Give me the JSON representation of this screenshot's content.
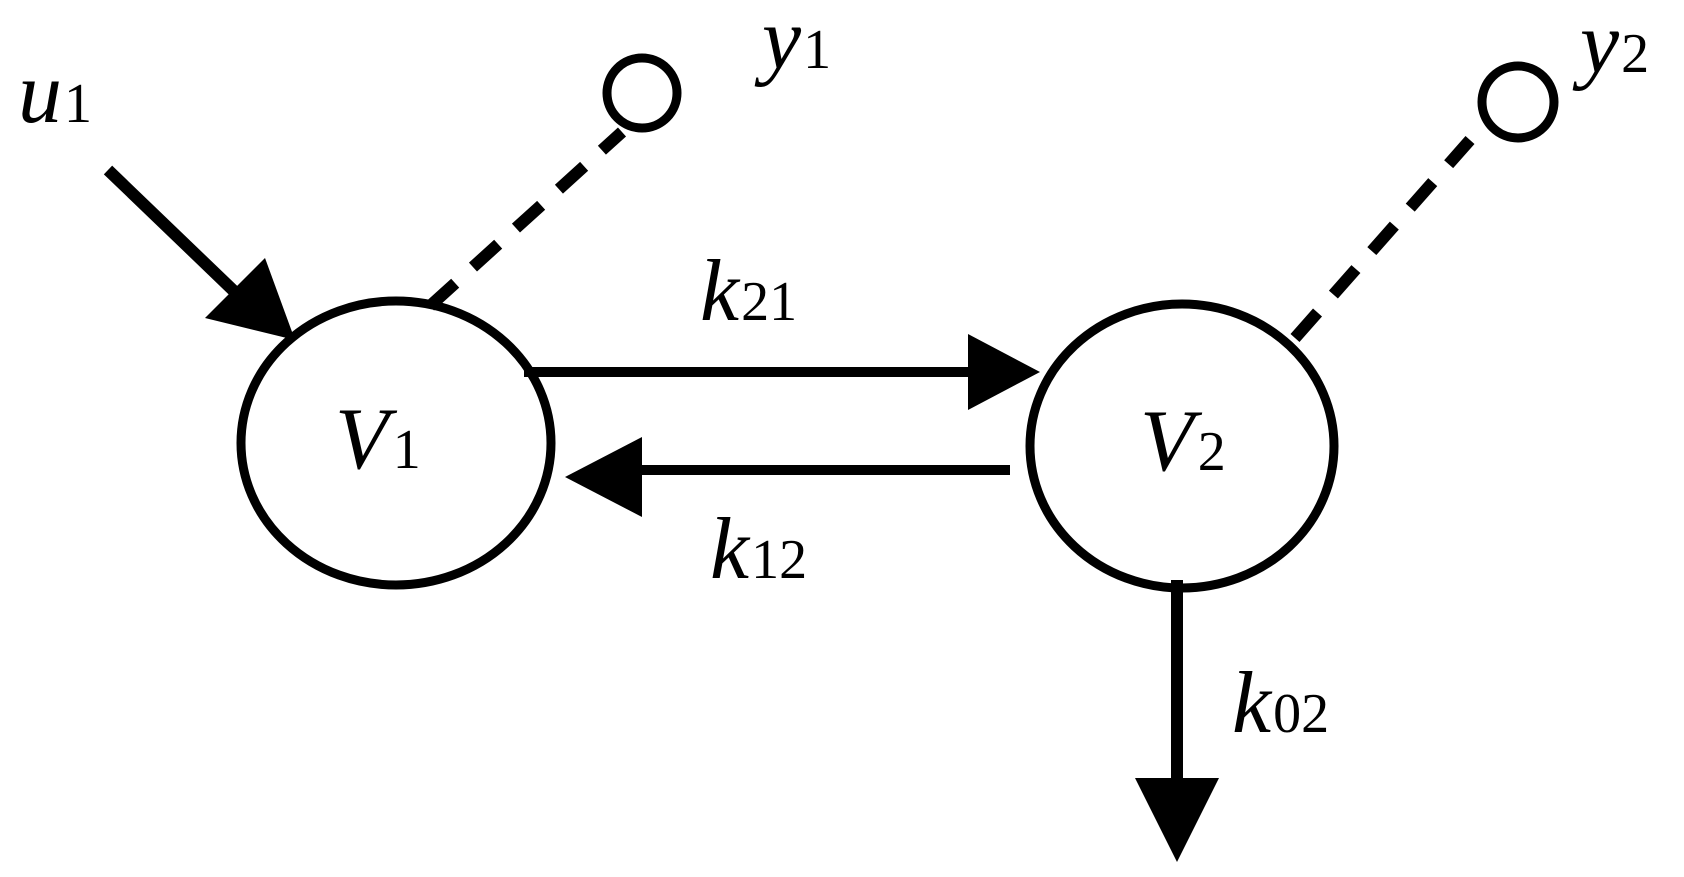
{
  "nodes": {
    "v1": {
      "symbol": "V",
      "index": "1"
    },
    "v2": {
      "symbol": "V",
      "index": "2"
    }
  },
  "input": {
    "symbol": "u",
    "index": "1"
  },
  "outputs": {
    "y1": {
      "symbol": "y",
      "index": "1"
    },
    "y2": {
      "symbol": "y",
      "index": "2"
    }
  },
  "rates": {
    "k21": {
      "symbol": "k",
      "index": "21"
    },
    "k12": {
      "symbol": "k",
      "index": "12"
    },
    "k02": {
      "symbol": "k",
      "index": "02"
    }
  },
  "colors": {
    "stroke": "#000000",
    "background": "#ffffff"
  }
}
